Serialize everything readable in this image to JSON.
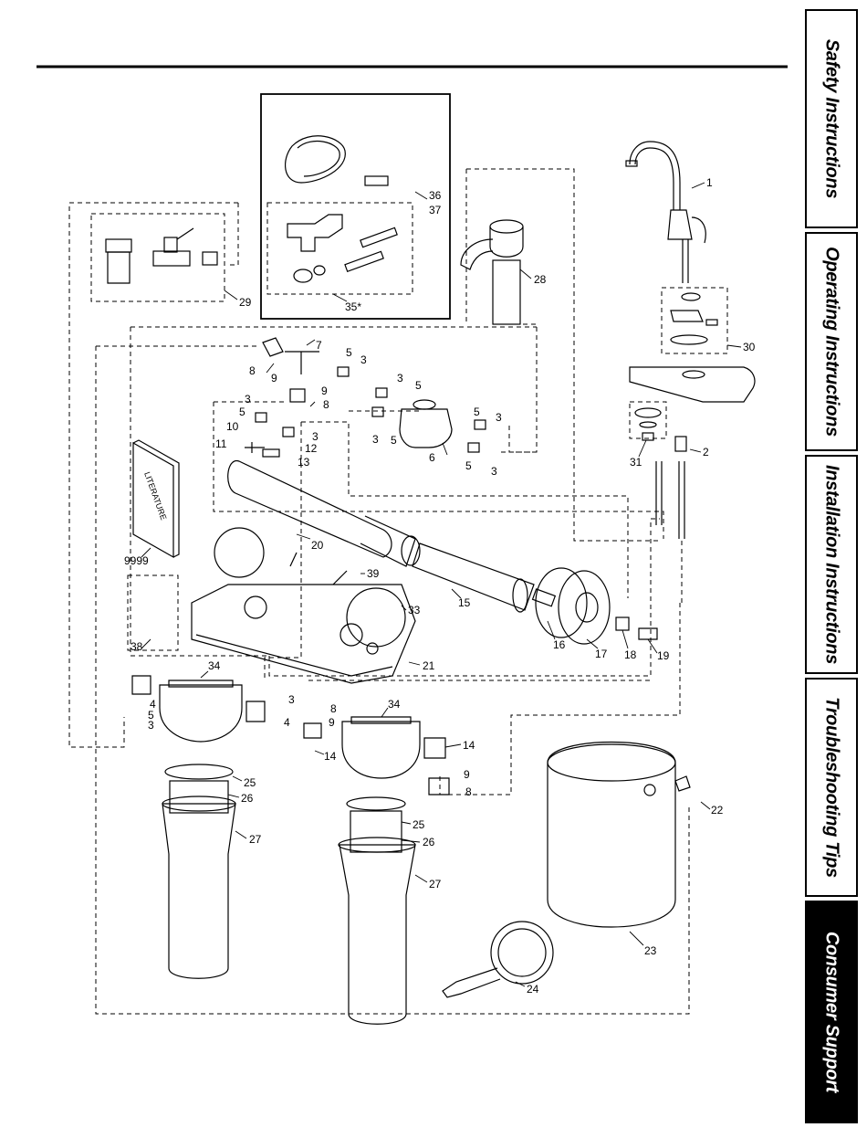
{
  "tabs": [
    {
      "label": "Safety Instructions",
      "active": false
    },
    {
      "label": "Operating Instructions",
      "active": false
    },
    {
      "label": "Installation Instructions",
      "active": false
    },
    {
      "label": "Troubleshooting Tips",
      "active": false
    },
    {
      "label": "Consumer Support",
      "active": true
    }
  ],
  "diagram": {
    "literature_text": "LITERATURE",
    "part_labels": {
      "p1": "1",
      "p2": "2",
      "p3a": "3",
      "p3b": "3",
      "p3c": "3",
      "p3d": "3",
      "p3e": "3",
      "p3f": "3",
      "p3g": "3",
      "p3h": "3",
      "p3i": "3",
      "p4a": "4",
      "p4b": "4",
      "p5a": "5",
      "p5b": "5",
      "p5c": "5",
      "p5d": "5",
      "p5e": "5",
      "p5f": "5",
      "p5g": "5",
      "p6": "6",
      "p7": "7",
      "p8a": "8",
      "p8b": "8",
      "p8c": "8",
      "p8d": "8",
      "p9a": "9",
      "p9b": "9",
      "p9c": "9",
      "p9d": "9",
      "p10": "10",
      "p11": "11",
      "p12": "12",
      "p13": "13",
      "p14a": "14",
      "p14b": "14",
      "p15": "15",
      "p16": "16",
      "p17": "17",
      "p18": "18",
      "p19": "19",
      "p20": "20",
      "p21": "21",
      "p22": "22",
      "p23": "23",
      "p24": "24",
      "p25a": "25",
      "p25b": "25",
      "p26a": "26",
      "p26b": "26",
      "p27a": "27",
      "p27b": "27",
      "p28": "28",
      "p29": "29",
      "p30": "30",
      "p31": "31",
      "p33": "33",
      "p34a": "34",
      "p34b": "34",
      "p35": "35*",
      "p36": "36",
      "p37": "37",
      "p38": "38",
      "p39": "39",
      "p9999": "9999"
    }
  }
}
